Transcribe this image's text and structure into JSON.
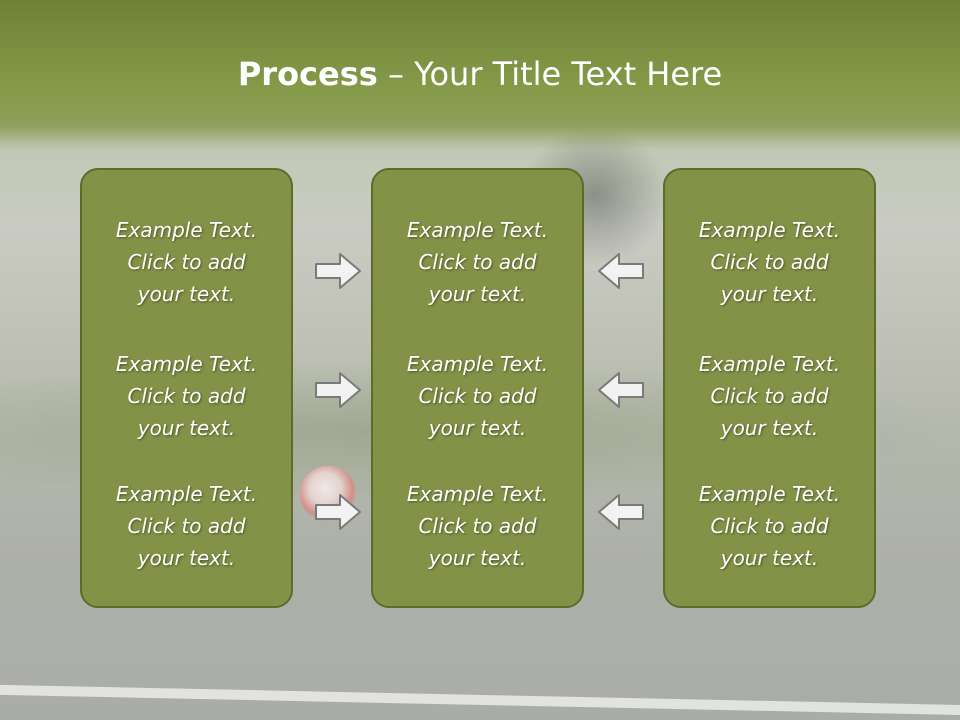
{
  "slide": {
    "title_bold": "Process",
    "title_rest": " – Your Title Text Here"
  },
  "columns": [
    {
      "items": [
        {
          "lines": [
            "Example Text.",
            "Click  to add",
            "your text."
          ]
        },
        {
          "lines": [
            "Example Text.",
            "Click  to add",
            "your text."
          ]
        },
        {
          "lines": [
            "Example Text.",
            "Click  to add",
            "your text."
          ]
        }
      ]
    },
    {
      "items": [
        {
          "lines": [
            "Example Text.",
            "Click  to add",
            "your text."
          ]
        },
        {
          "lines": [
            "Example Text.",
            "Click  to add",
            "your text."
          ]
        },
        {
          "lines": [
            "Example Text.",
            "Click  to add",
            "your text."
          ]
        }
      ]
    },
    {
      "items": [
        {
          "lines": [
            "Example Text.",
            "Click  to add",
            "your text."
          ]
        },
        {
          "lines": [
            "Example Text.",
            "Click  to add",
            "your text."
          ]
        },
        {
          "lines": [
            "Example Text.",
            "Click  to add",
            "your text."
          ]
        }
      ]
    }
  ],
  "arrows": {
    "left_set": "right-arrow-icon",
    "right_set": "left-arrow-icon"
  },
  "colors": {
    "title_band": "#7a8e3e",
    "box_fill": "#849248",
    "box_border": "#5e6b2b",
    "arrow_fill": "#f2f2f2",
    "arrow_stroke": "#7a7a7a"
  }
}
